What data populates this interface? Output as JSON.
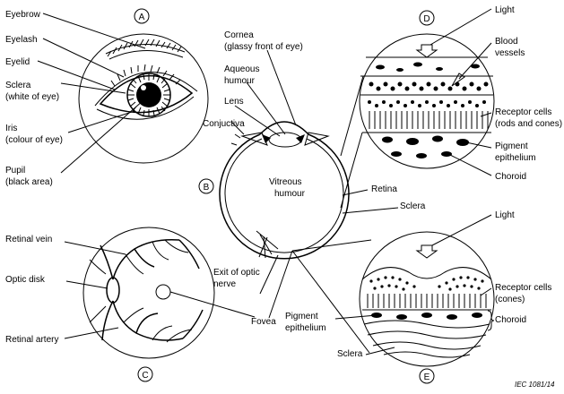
{
  "panels": {
    "A": "A",
    "B": "B",
    "C": "C",
    "D": "D",
    "E": "E"
  },
  "panel_a": {
    "eyebrow": "Eyebrow",
    "eyelash": "Eyelash",
    "eyelid": "Eyelid",
    "sclera_1": "Sclera",
    "sclera_2": "(white of eye)",
    "iris_1": "Iris",
    "iris_2": "(colour of eye)",
    "pupil_1": "Pupil",
    "pupil_2": "(black area)"
  },
  "panel_b": {
    "cornea_1": "Cornea",
    "cornea_2": "(glassy front of eye)",
    "aqueous_1": "Aqueous",
    "aqueous_2": "humour",
    "lens": "Lens",
    "conjuctiva": "Conjuctiva",
    "vitreous_1": "Vitreous",
    "vitreous_2": "humour",
    "retina": "Retina",
    "sclera": "Sclera",
    "optic_nerve_1": "Exit of optic",
    "optic_nerve_2": "nerve",
    "fovea": "Fovea"
  },
  "panel_c": {
    "retinal_vein": "Retinal vein",
    "optic_disk": "Optic disk",
    "retinal_artery": "Retinal artery"
  },
  "panel_d": {
    "light": "Light",
    "blood_1": "Blood",
    "blood_2": "vessels",
    "receptor_1": "Receptor cells",
    "receptor_2": "(rods and cones)",
    "pigment_1": "Pigment",
    "pigment_2": "epithelium",
    "choroid": "Choroid"
  },
  "panel_e": {
    "light": "Light",
    "receptor_1": "Receptor cells",
    "receptor_2": "(cones)",
    "choroid": "Choroid",
    "pigment_1": "Pigment",
    "pigment_2": "epithelium",
    "sclera": "Sclera"
  },
  "reference": "IEC   1081/14"
}
